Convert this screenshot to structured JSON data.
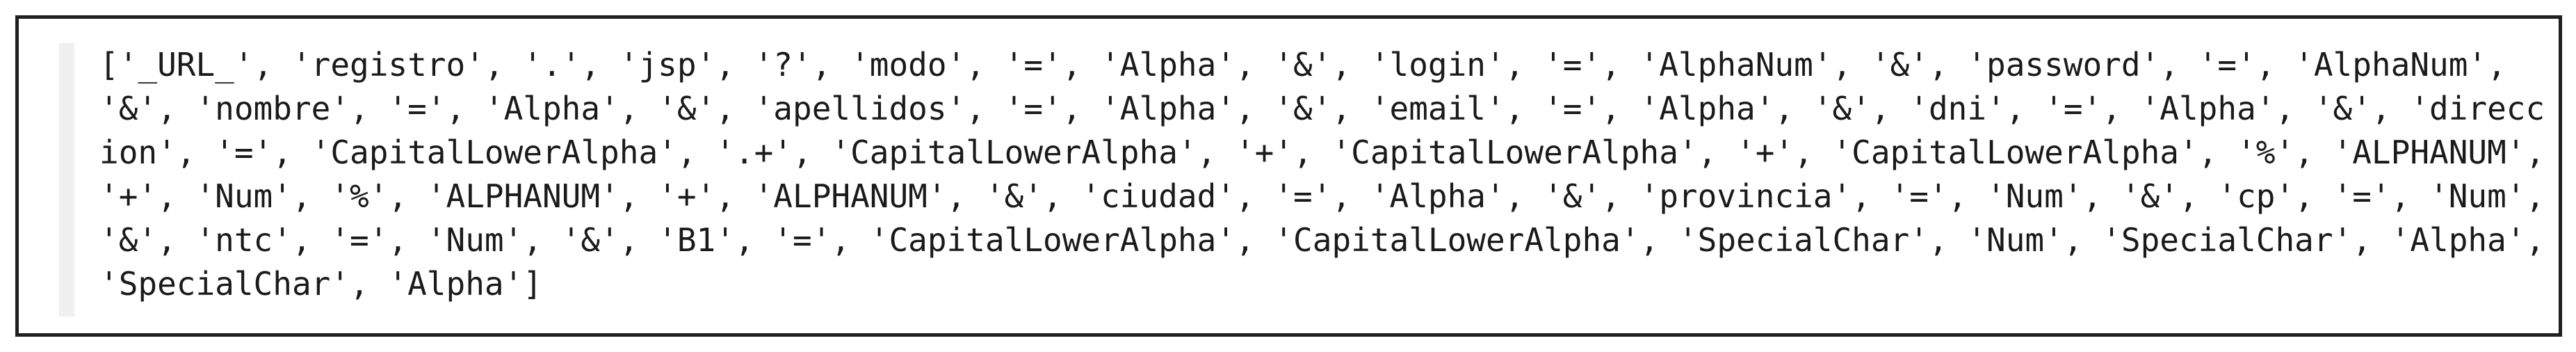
{
  "code": {
    "lines": [
      "['_URL_', 'registro', '.', 'jsp', '?', 'modo', '=', 'Alpha', '&', 'login', '=', 'AlphaNum', '&', 'password', '=', 'AlphaNum',",
      "'&', 'nombre', '=', 'Alpha', '&', 'apellidos', '=', 'Alpha', '&', 'email', '=', 'Alpha', '&', 'dni', '=', 'Alpha', '&', 'direcc",
      "ion', '=', 'CapitalLowerAlpha', '.+', 'CapitalLowerAlpha', '+', 'CapitalLowerAlpha', '+', 'CapitalLowerAlpha', '%', 'ALPHANUM',",
      "'+', 'Num', '%', 'ALPHANUM', '+', 'ALPHANUM', '&', 'ciudad', '=', 'Alpha', '&', 'provincia', '=', 'Num', '&', 'cp', '=', 'Num',",
      "'&', 'ntc', '=', 'Num', '&', 'B1', '=', 'CapitalLowerAlpha', 'CapitalLowerAlpha', 'SpecialChar', 'Num', 'SpecialChar', 'Alpha',",
      "'SpecialChar', 'Alpha']"
    ]
  }
}
